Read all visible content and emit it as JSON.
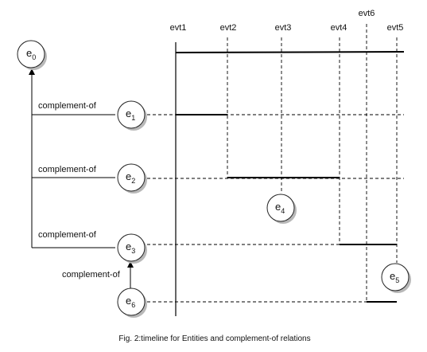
{
  "events": [
    {
      "id": "evt1",
      "label": "evt1"
    },
    {
      "id": "evt2",
      "label": "evt2"
    },
    {
      "id": "evt3",
      "label": "evt3"
    },
    {
      "id": "evt4",
      "label": "evt4"
    },
    {
      "id": "evt6",
      "label": "evt6"
    },
    {
      "id": "evt5",
      "label": "evt5"
    }
  ],
  "entities": [
    {
      "id": "e0",
      "base": "e",
      "sub": "0"
    },
    {
      "id": "e1",
      "base": "e",
      "sub": "1"
    },
    {
      "id": "e2",
      "base": "e",
      "sub": "2"
    },
    {
      "id": "e3",
      "base": "e",
      "sub": "3"
    },
    {
      "id": "e4",
      "base": "e",
      "sub": "4"
    },
    {
      "id": "e5",
      "base": "e",
      "sub": "5"
    },
    {
      "id": "e6",
      "base": "e",
      "sub": "6"
    }
  ],
  "relations": [
    {
      "from": "e1",
      "to": "e0",
      "label": "complement-of"
    },
    {
      "from": "e2",
      "to": "e0",
      "label": "complement-of"
    },
    {
      "from": "e3",
      "to": "e0",
      "label": "complement-of"
    },
    {
      "from": "e6",
      "to": "e3",
      "label": "complement-of"
    }
  ],
  "intervals": [
    {
      "entity": "e0",
      "from": "evt1",
      "to": "end"
    },
    {
      "entity": "e1",
      "from": "evt1",
      "to": "evt2"
    },
    {
      "entity": "e2",
      "from": "evt2",
      "to": "evt4"
    },
    {
      "entity": "e3",
      "from": "evt4",
      "to": "evt5"
    },
    {
      "entity": "e6",
      "from": "evt6",
      "to": "evt5"
    }
  ],
  "caption": "Fig. 2:timeline for Entities and complement-of relations"
}
